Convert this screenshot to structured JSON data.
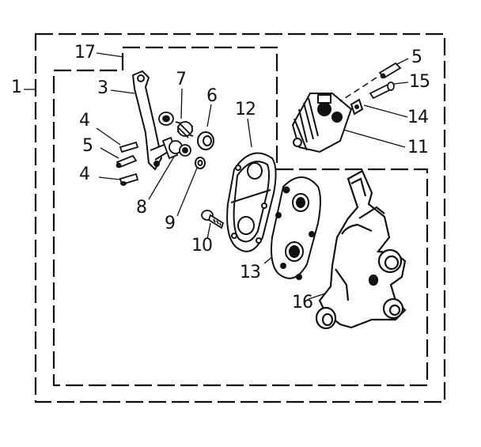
{
  "diagram": {
    "callouts": {
      "c1": "1",
      "c17": "17",
      "c3": "3",
      "c7": "7",
      "c6": "6",
      "c12": "12",
      "c5a": "5",
      "c15": "15",
      "c14": "14",
      "c11": "11",
      "c4a": "4",
      "c5b": "5",
      "c4b": "4",
      "c8": "8",
      "c9": "9",
      "c10": "10",
      "c13": "13",
      "c16": "16"
    }
  }
}
